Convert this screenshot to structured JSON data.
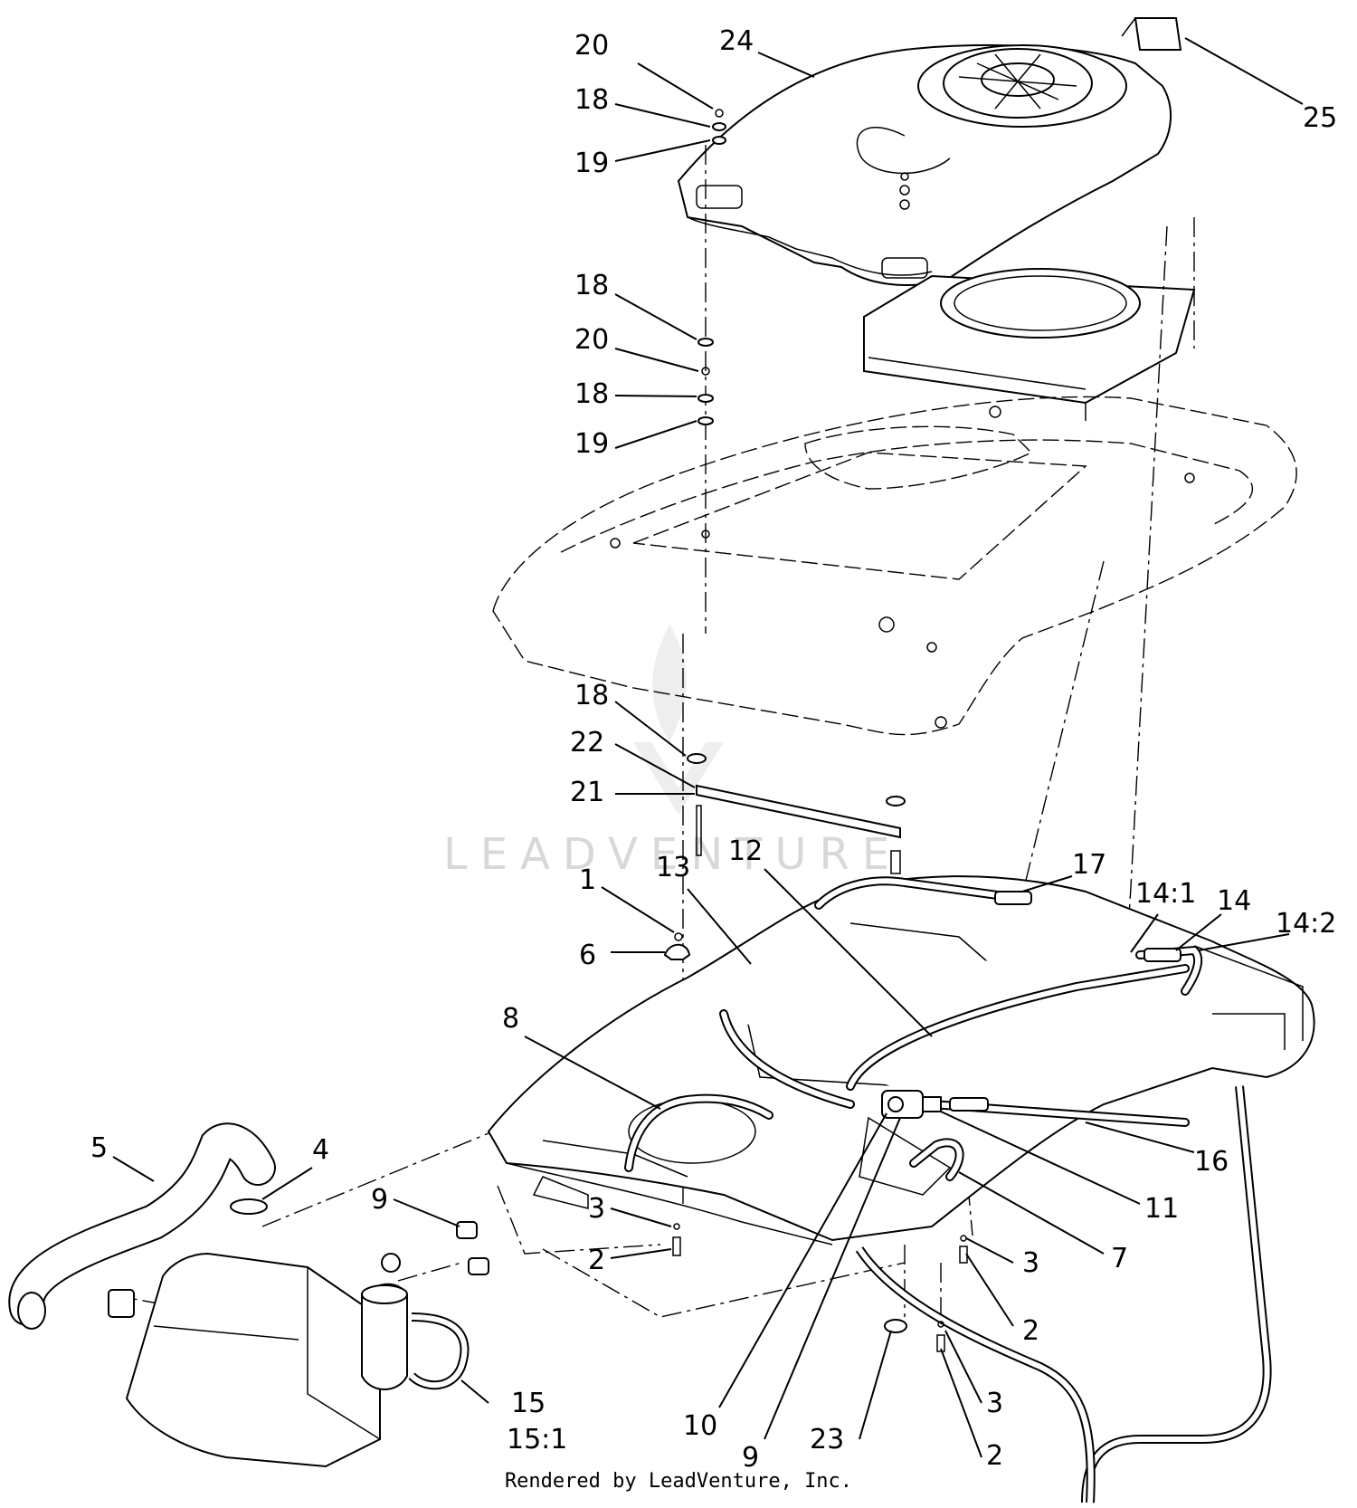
{
  "watermark": "LEADVENTURE",
  "footer": "Rendered by LeadVenture, Inc.",
  "callouts": [
    {
      "id": "c20a",
      "label": "20"
    },
    {
      "id": "c24",
      "label": "24"
    },
    {
      "id": "c25",
      "label": "25"
    },
    {
      "id": "c18a",
      "label": "18"
    },
    {
      "id": "c19a",
      "label": "19"
    },
    {
      "id": "c18b",
      "label": "18"
    },
    {
      "id": "c20b",
      "label": "20"
    },
    {
      "id": "c18c",
      "label": "18"
    },
    {
      "id": "c19b",
      "label": "19"
    },
    {
      "id": "c18d",
      "label": "18"
    },
    {
      "id": "c22",
      "label": "22"
    },
    {
      "id": "c21",
      "label": "21"
    },
    {
      "id": "c1",
      "label": "1"
    },
    {
      "id": "c13",
      "label": "13"
    },
    {
      "id": "c12",
      "label": "12"
    },
    {
      "id": "c17",
      "label": "17"
    },
    {
      "id": "c14_1",
      "label": "14:1"
    },
    {
      "id": "c14",
      "label": "14"
    },
    {
      "id": "c14_2",
      "label": "14:2"
    },
    {
      "id": "c6",
      "label": "6"
    },
    {
      "id": "c8",
      "label": "8"
    },
    {
      "id": "c5",
      "label": "5"
    },
    {
      "id": "c4",
      "label": "4"
    },
    {
      "id": "c16",
      "label": "16"
    },
    {
      "id": "c11",
      "label": "11"
    },
    {
      "id": "c7",
      "label": "7"
    },
    {
      "id": "c3a",
      "label": "3"
    },
    {
      "id": "c2a",
      "label": "2"
    },
    {
      "id": "c9a",
      "label": "9"
    },
    {
      "id": "c3b",
      "label": "3"
    },
    {
      "id": "c2b",
      "label": "2"
    },
    {
      "id": "c10",
      "label": "10"
    },
    {
      "id": "c9b",
      "label": "9"
    },
    {
      "id": "c15",
      "label": "15"
    },
    {
      "id": "c15_1",
      "label": "15:1"
    },
    {
      "id": "c23",
      "label": "23"
    },
    {
      "id": "c3c",
      "label": "3"
    },
    {
      "id": "c2c",
      "label": "2"
    }
  ]
}
